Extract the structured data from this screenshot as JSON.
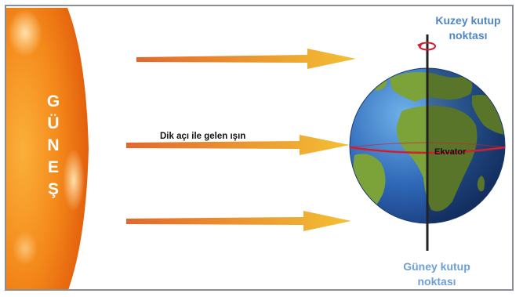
{
  "sun": {
    "label_letters": [
      "G",
      "Ü",
      "N",
      "E",
      "Ş"
    ]
  },
  "ray_label": "Dik açı ile gelen ışın",
  "equator_label": "Ekvator",
  "north_pole": {
    "line1": "Kuzey kutup",
    "line2": "noktası"
  },
  "south_pole": {
    "line1": "Güney kutup",
    "line2": "noktası"
  },
  "colors": {
    "sun": "#f07f12",
    "ray_dark": "#e2682c",
    "ray_light": "#f3c034",
    "equator": "#d11f2e",
    "ocean": "#2f68b7",
    "land": "#7ca33a",
    "axis": "#222222",
    "pole_label": "#4f86c5",
    "frame": "#8a8f96"
  }
}
